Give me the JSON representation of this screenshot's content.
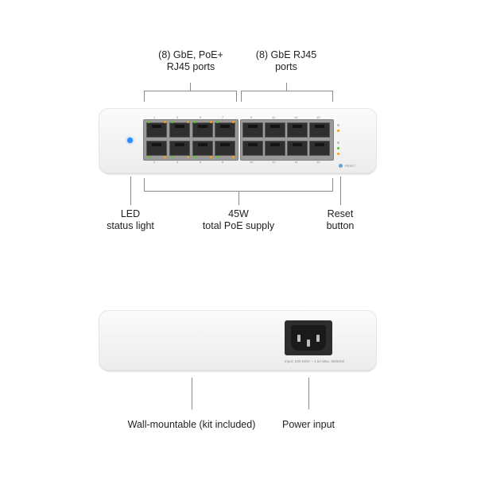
{
  "callouts": {
    "poe_ports": "(8) GbE, PoE+\nRJ45 ports",
    "rj45_ports": "(8) GbE RJ45\nports",
    "led": "LED\nstatus light",
    "poe_supply": "45W\ntotal PoE supply",
    "reset": "Reset\nbutton",
    "wall_mount": "Wall-mountable (kit included)",
    "power_input": "Power input"
  },
  "device": {
    "port_numbers_top": [
      "1",
      "3",
      "5",
      "7",
      "9",
      "11",
      "13",
      "15"
    ],
    "port_numbers_bottom": [
      "2",
      "4",
      "6",
      "8",
      "10",
      "12",
      "14",
      "16"
    ],
    "reset_marking": "RESET",
    "power_spec": "Input: 100-240V ~ 1.5A Max, 50/60Hz"
  },
  "colors": {
    "led": "#2d8fff",
    "port_green": "#5bc236",
    "port_amber": "#f0a020"
  },
  "icons": {
    "led": "status-led",
    "ports": "rj45-port",
    "power": "iec-c14-power-socket",
    "reset": "reset-button"
  }
}
